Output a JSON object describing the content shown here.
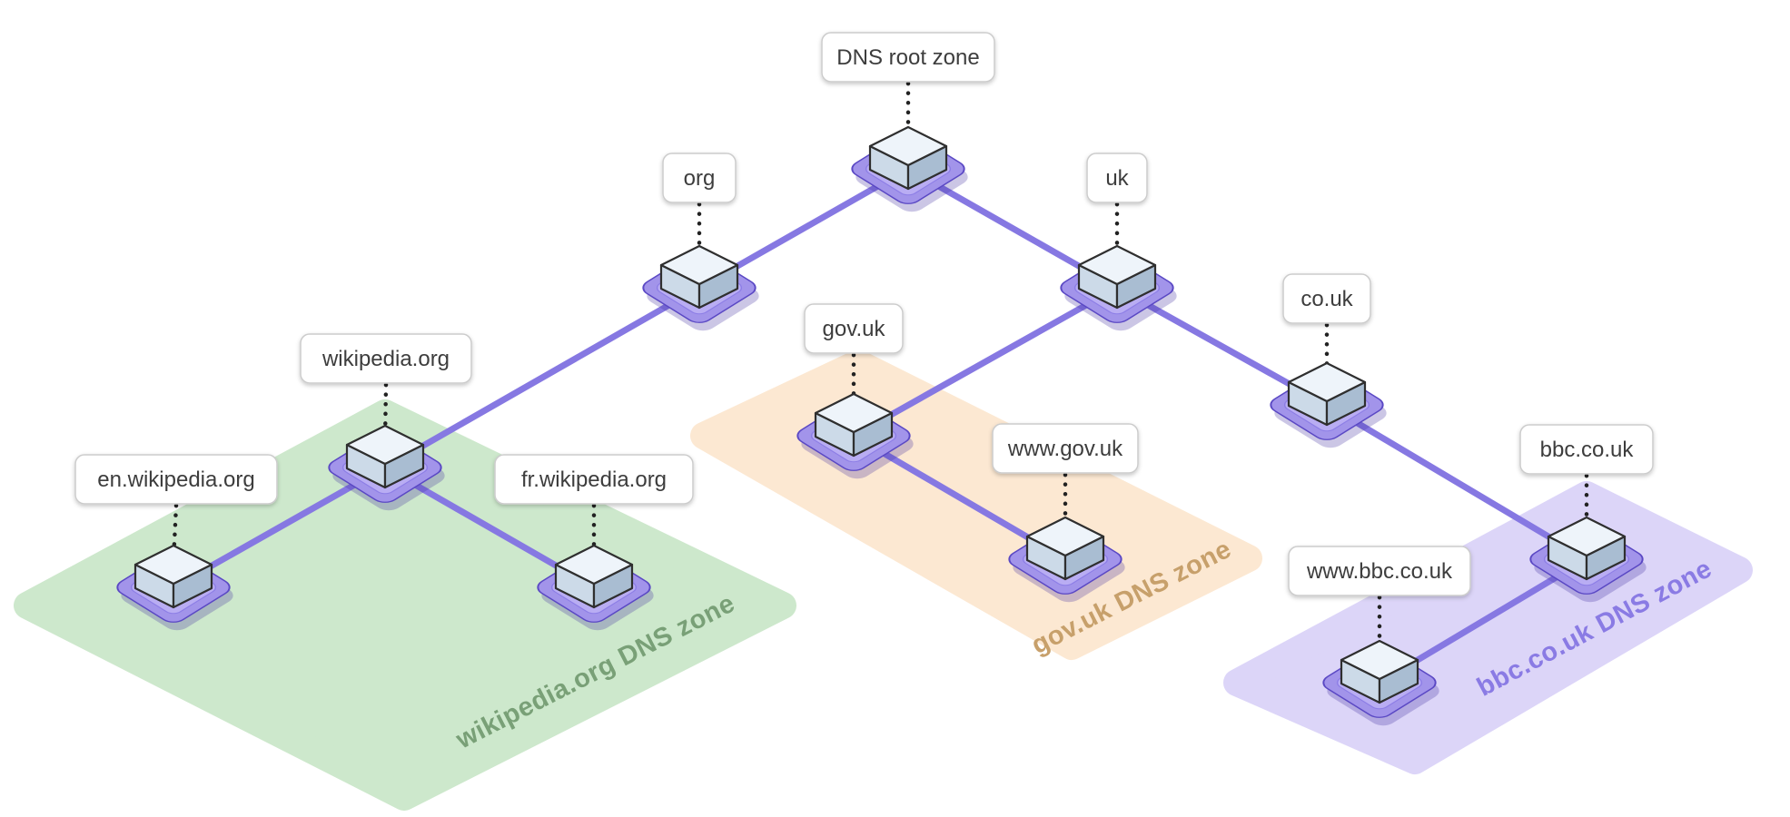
{
  "colors": {
    "connection": "#8678e2",
    "dotted": "#222222",
    "link_blue": "#2299db"
  },
  "node": {
    "platform_fill": "#a294ea",
    "platform_inner": "#b9adf3",
    "cube_top": "#eef4fa",
    "cube_left": "#ccdae8",
    "cube_right": "#a9bdd2"
  },
  "labels": {
    "root": "DNS root zone",
    "org": "org",
    "uk": "uk",
    "wikipedia": "wikipedia.org",
    "en_wikipedia": "en.wikipedia.org",
    "fr_wikipedia": "fr.wikipedia.org",
    "gov": "gov.uk",
    "www_gov": "www.gov.uk",
    "co": "co.uk",
    "bbc": "bbc.co.uk",
    "www_bbc": "www.bbc.co.uk"
  },
  "zones": {
    "wikipedia": {
      "label": "wikipedia.org DNS zone",
      "fill": "#cde8cc",
      "text_color": "#79a077"
    },
    "gov": {
      "label": "gov.uk DNS zone",
      "fill": "#fce8d2",
      "text_color": "#c7a06b"
    },
    "bbc": {
      "label": "bbc.co.uk DNS zone",
      "fill": "#dcd5f8",
      "text_color": "#8a7be4"
    }
  }
}
